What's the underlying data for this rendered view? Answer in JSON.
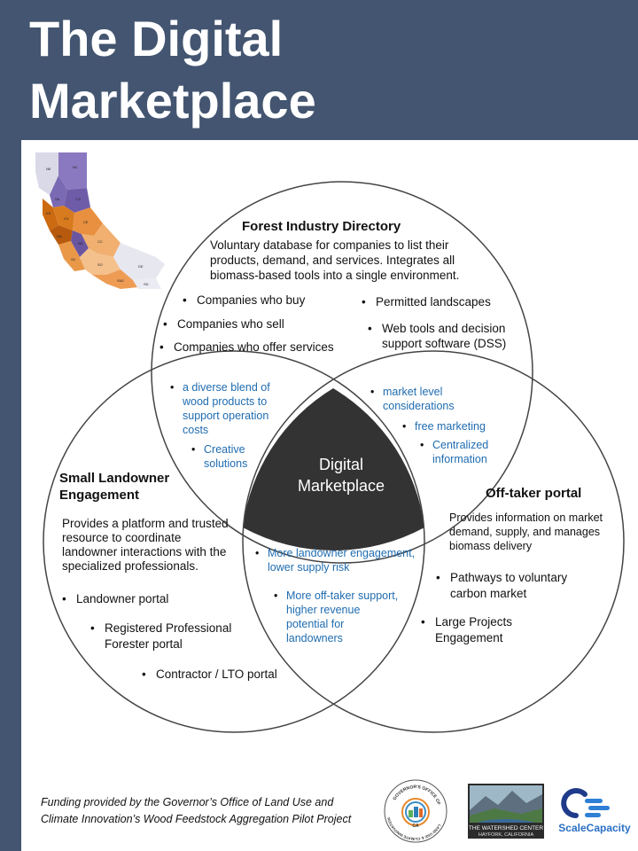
{
  "header": {
    "title_line1": "The Digital",
    "title_line2": "Marketplace"
  },
  "map": {
    "region_labels": [
      "NE",
      "NC",
      "SA",
      "LS",
      "KS",
      "CV",
      "CE",
      "SN",
      "NS",
      "CC",
      "SC",
      "SO",
      "SN2",
      "DE",
      "SD"
    ]
  },
  "forest": {
    "title": "Forest Industry Directory",
    "desc": [
      "Voluntary database for companies to list their",
      "products, demand, and services.  Integrates all",
      "biomass-based tools into a single environment."
    ],
    "items": [
      "Companies who buy",
      "Companies who sell",
      "Companies who offer services",
      "Permitted landscapes"
    ],
    "item_web": [
      "Web tools and decision",
      "support software (DSS)"
    ]
  },
  "overlap_forest_landowner": {
    "item1": [
      "a diverse blend of",
      "wood products to",
      "support operation",
      "costs"
    ],
    "item2": [
      "Creative",
      "solutions"
    ]
  },
  "overlap_forest_offtaker": {
    "item1": [
      "market level",
      "considerations"
    ],
    "item2": "free marketing",
    "item3": [
      "Centralized",
      "information"
    ]
  },
  "center": {
    "line1": "Digital",
    "line2": "Marketplace"
  },
  "landowner": {
    "title": [
      "Small Landowner",
      "Engagement"
    ],
    "desc": [
      "Provides a platform and trusted",
      "resource to coordinate",
      "landowner interactions with the",
      "specialized professionals."
    ],
    "item1": "Landowner portal",
    "item2": [
      "Registered Professional",
      "Forester portal"
    ],
    "item3": "Contractor / LTO portal"
  },
  "overlap_landowner_offtaker": {
    "item1": [
      "More landowner engagement,",
      "lower supply risk"
    ],
    "item2": [
      "More off-taker support,",
      "higher revenue",
      "potential for",
      "landowners"
    ]
  },
  "offtaker": {
    "title": "Off-taker portal",
    "desc": [
      "Provides information on market",
      "demand, supply, and manages",
      "biomass delivery"
    ],
    "item1": [
      "Pathways to voluntary",
      "carbon market"
    ],
    "item2": [
      "Large Projects",
      "Engagement"
    ]
  },
  "footer": {
    "text": [
      "Funding provided by the Governor’s Office of Land Use and",
      "Climate Innovation’s Wood Feedstock Aggregation Pilot Project"
    ],
    "logo1_text": "LAND USE & CLIMATE INNOVATION",
    "logo1_top": "GOVERNOR'S OFFICE OF",
    "logo1_ca": "CA",
    "logo2_line1": "THE WATERSHED CENTER",
    "logo2_line2": "HAYFORK, CALIFORNIA",
    "logo3_text": "ScaleCapacity"
  },
  "colors": {
    "header": "#435570",
    "center": "#333333",
    "blue_text": "#1f6cb0"
  }
}
